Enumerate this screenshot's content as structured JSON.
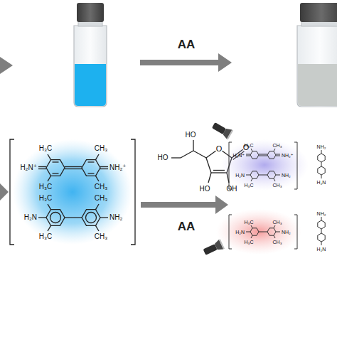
{
  "diagram": {
    "labels": [
      "AA",
      "H₃C",
      "CH₃",
      "H₂N⁺",
      "NH₂⁺",
      "H₃C",
      "CH₃",
      "H₃C",
      "CH₃",
      "H₂N",
      "NH₂",
      "H₃C",
      "CH₃",
      "HO",
      "O",
      "O",
      "HO",
      "HO",
      "OH",
      "AA",
      "H₃C",
      "CH₃",
      "H₂N⁺",
      "NH₂⁺",
      "H₂N",
      "NH₂",
      "H₃C",
      "CH₃",
      "NH₂",
      "H₂N",
      "H₃C",
      "CH₃",
      "H₂N",
      "NH₂",
      "H₃C",
      "CH₃",
      "NH₂",
      "H₂N"
    ]
  }
}
